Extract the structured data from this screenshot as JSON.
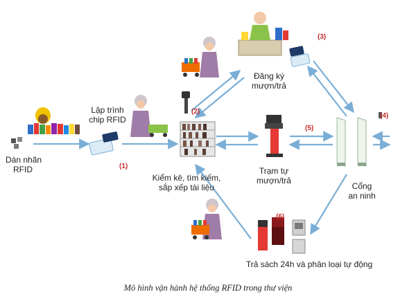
{
  "labels": {
    "dan_nhan_line1": "Dán nhãn",
    "dan_nhan_line2": "RFID",
    "lap_trinh_line1": "Lập trình",
    "lap_trinh_line2": "chip RFID",
    "kiem_ke_line1": "Kiểm kê, tìm kiếm,",
    "kiem_ke_line2": "sắp xếp tài liệu",
    "dang_ky_line1": "Đăng ký",
    "dang_ky_line2": "mượn/trả",
    "tram_tu_line1": "Trạm tự",
    "tram_tu_line2": "mượn/trả",
    "cong_line1": "Cổng",
    "cong_line2": "an ninh",
    "tra_sach": "Trả sách 24h và phân loại tự động"
  },
  "steps": {
    "s1": "(1)",
    "s2": "(2)",
    "s3": "(3)",
    "s4": "(4)",
    "s5": "(5)",
    "s6": "(6)"
  },
  "caption": "Mô hình vận hành hệ thống RFID trong thư viện",
  "colors": {
    "arrow": "#7aaed6",
    "step_number": "#c62828"
  },
  "icons": [
    "books-stack-icon",
    "rfid-tag-icon",
    "librarian-icon",
    "bookshelf-icon",
    "clerk-desk-icon",
    "handheld-reader-icon",
    "self-checkout-kiosk-icon",
    "security-gate-icon",
    "book-return-machine-icon",
    "book-cart-icon"
  ]
}
